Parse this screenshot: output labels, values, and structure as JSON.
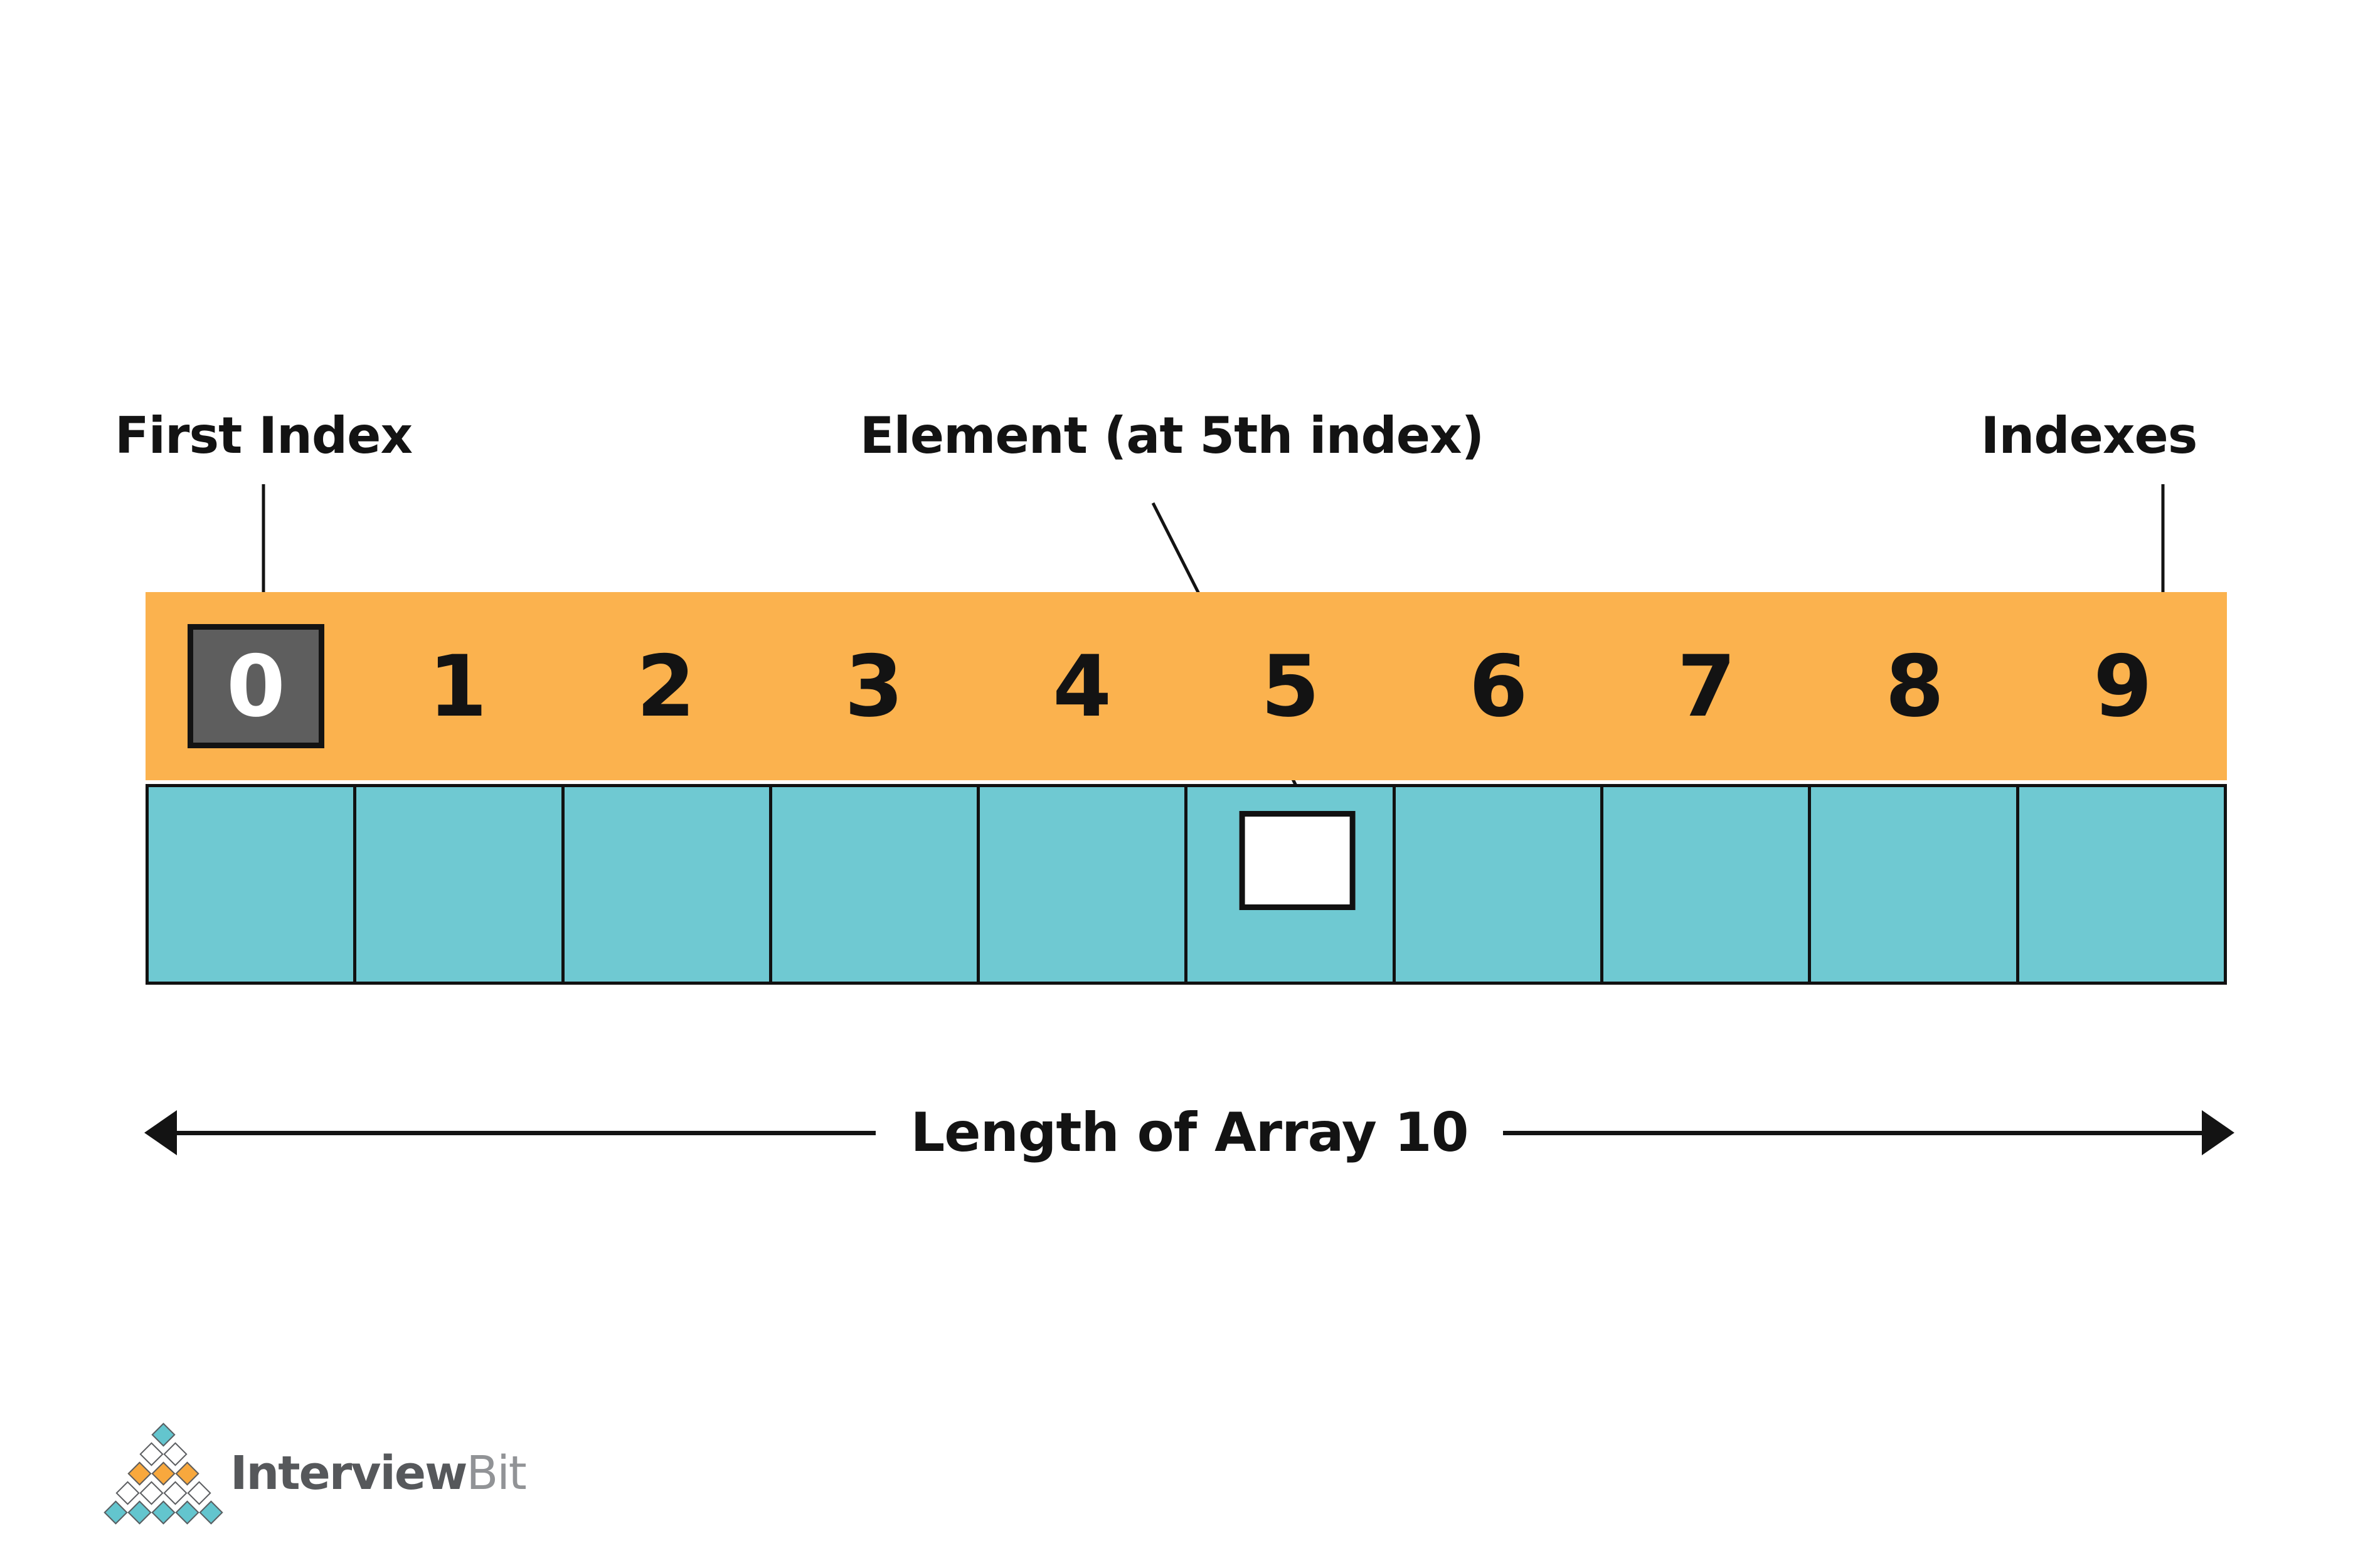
{
  "labels": {
    "first_index": "First Index",
    "element": "Element (at 5th index)",
    "indexes": "Indexes"
  },
  "index_bar": {
    "indices": [
      "0",
      "1",
      "2",
      "3",
      "4",
      "5",
      "6",
      "7",
      "8",
      "9"
    ],
    "highlighted_cell": 0,
    "first_index_value": "0"
  },
  "array_row": {
    "cell_count": 10,
    "element_cell": 5
  },
  "length_arrow": {
    "label": "Length of Array 10"
  },
  "logo": {
    "text_bold": "Interview",
    "text_light": "Bit",
    "mark_rows": [
      [
        "teal"
      ],
      [
        "white",
        "white"
      ],
      [
        "orange",
        "orange",
        "orange"
      ],
      [
        "white",
        "white",
        "white",
        "white"
      ],
      [
        "teal",
        "teal",
        "teal",
        "teal",
        "teal"
      ]
    ]
  },
  "colors": {
    "orange": "#FBB24E",
    "teal": "#6FC9D2",
    "gray_box": "#5E5E5E",
    "ink": "#131313",
    "logo_dark": "#56585B",
    "logo_light": "#919396",
    "logo_teal": "#63C5CE",
    "logo_orange": "#F8A83D"
  }
}
